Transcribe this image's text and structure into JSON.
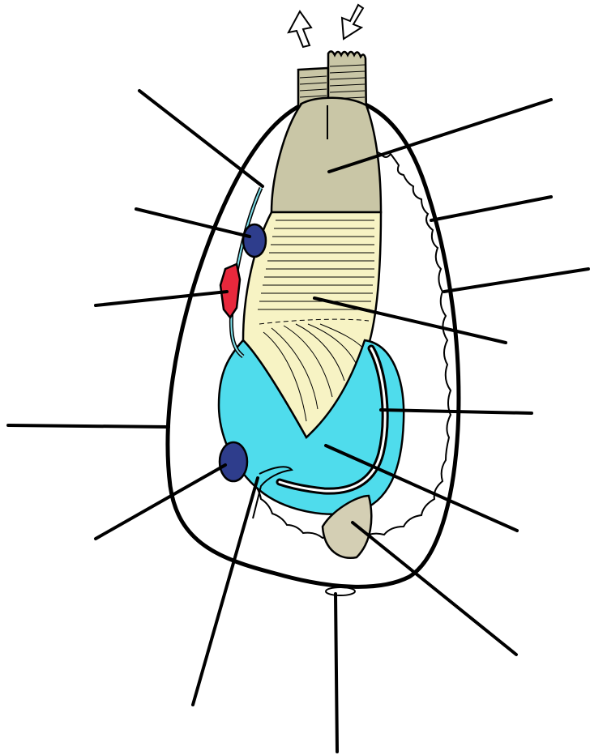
{
  "diagram": {
    "kind": "unlabeled anatomy diagram",
    "labels": [],
    "colors": {
      "outline": "#000000",
      "background": "#ffffff",
      "siphon": "#c9c6a6",
      "gills": "#f7f3c4",
      "visceral_mass": "#4fdcec",
      "ganglion": "#2e3d8c",
      "heart": "#e8283c",
      "foot": "#d4cfb4",
      "nerve": "#7fe0ea"
    },
    "arrows": [
      {
        "name": "outflow-arrow",
        "direction": "up"
      },
      {
        "name": "inflow-arrow",
        "direction": "down"
      }
    ]
  }
}
